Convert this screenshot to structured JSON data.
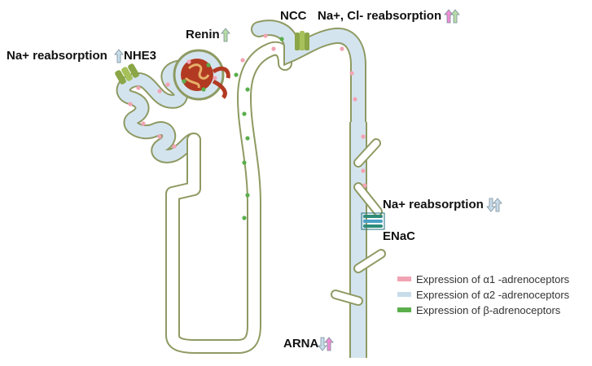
{
  "labels": {
    "nhe3_reabsorption": "Na+ reabsorption",
    "nhe3": "NHE3",
    "renin": "Renin",
    "ncc": "NCC",
    "ncc_reabsorption": "Na+, Cl- reabsorption",
    "enac_reabsorption": "Na+ reabsorption",
    "enac": "ENaC",
    "arna": "ARNA"
  },
  "legend": [
    {
      "label": "Expression of α1 -adrenoceptors",
      "color": "#f2a3b3"
    },
    {
      "label": "Expression of α2 -adrenoceptors",
      "color": "#c8dcea"
    },
    {
      "label": "Expression of β-adrenoceptors",
      "color": "#5aae4c"
    }
  ],
  "colors": {
    "tubule_fill": "#d4e4ef",
    "tubule_wall": "#8e9a62",
    "glomerulus": "#b23a22",
    "arrow_alpha1": "#f08cd4",
    "arrow_alpha2": "#c8dcea",
    "arrow_beta": "#b7dca6"
  }
}
